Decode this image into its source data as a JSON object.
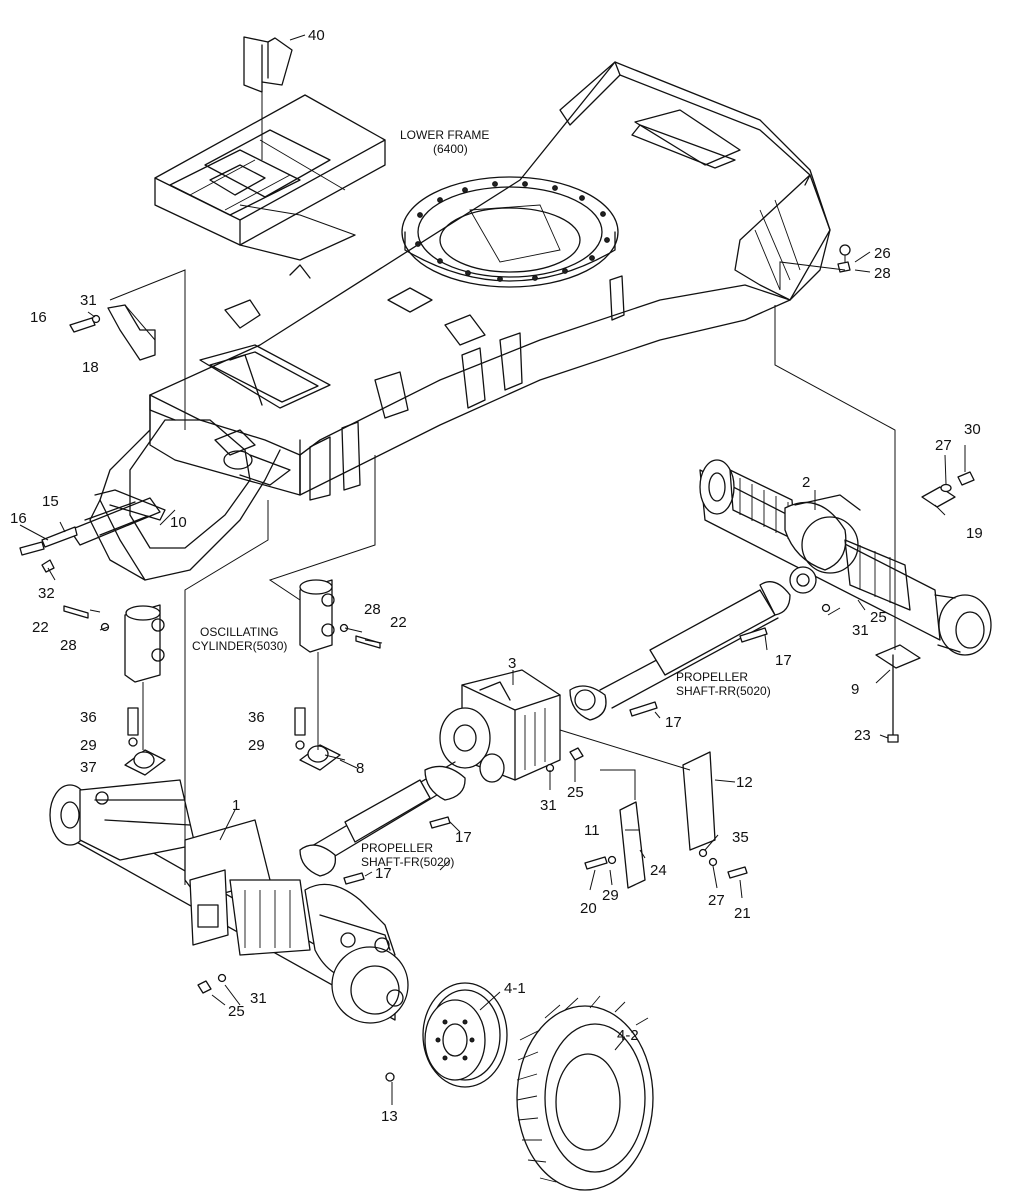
{
  "callouts": [
    {
      "id": "c40",
      "text": "40"
    },
    {
      "id": "c26",
      "text": "26"
    },
    {
      "id": "c28a",
      "text": "28"
    },
    {
      "id": "c31a",
      "text": "31"
    },
    {
      "id": "c16a",
      "text": "16"
    },
    {
      "id": "c18",
      "text": "18"
    },
    {
      "id": "c15",
      "text": "15"
    },
    {
      "id": "c16b",
      "text": "16"
    },
    {
      "id": "c10",
      "text": "10"
    },
    {
      "id": "c32",
      "text": "32"
    },
    {
      "id": "c22a",
      "text": "22"
    },
    {
      "id": "c28b",
      "text": "28"
    },
    {
      "id": "c28c",
      "text": "28"
    },
    {
      "id": "c22b",
      "text": "22"
    },
    {
      "id": "c27a",
      "text": "27"
    },
    {
      "id": "c30",
      "text": "30"
    },
    {
      "id": "c2",
      "text": "2"
    },
    {
      "id": "c19",
      "text": "19"
    },
    {
      "id": "c25a",
      "text": "25"
    },
    {
      "id": "c31b",
      "text": "31"
    },
    {
      "id": "c17a",
      "text": "17"
    },
    {
      "id": "c3",
      "text": "3"
    },
    {
      "id": "c17b",
      "text": "17"
    },
    {
      "id": "c9",
      "text": "9"
    },
    {
      "id": "c23",
      "text": "23"
    },
    {
      "id": "c36a",
      "text": "36"
    },
    {
      "id": "c29a",
      "text": "29"
    },
    {
      "id": "c37",
      "text": "37"
    },
    {
      "id": "c36b",
      "text": "36"
    },
    {
      "id": "c29b",
      "text": "29"
    },
    {
      "id": "c8",
      "text": "8"
    },
    {
      "id": "c12",
      "text": "12"
    },
    {
      "id": "c31c",
      "text": "31"
    },
    {
      "id": "c25b",
      "text": "25"
    },
    {
      "id": "c1",
      "text": "1"
    },
    {
      "id": "c11",
      "text": "11"
    },
    {
      "id": "c35",
      "text": "35"
    },
    {
      "id": "c17c",
      "text": "17"
    },
    {
      "id": "c24",
      "text": "24"
    },
    {
      "id": "c29c",
      "text": "29"
    },
    {
      "id": "c27b",
      "text": "27"
    },
    {
      "id": "c20",
      "text": "20"
    },
    {
      "id": "c21",
      "text": "21"
    },
    {
      "id": "c17d",
      "text": "17"
    },
    {
      "id": "c4-1",
      "text": "4-1"
    },
    {
      "id": "c25c",
      "text": "25"
    },
    {
      "id": "c31d",
      "text": "31"
    },
    {
      "id": "c13",
      "text": "13"
    },
    {
      "id": "c4-2",
      "text": "4-2"
    }
  ],
  "names": {
    "lower_frame": "LOWER FRAME",
    "lower_frame_code": "(6400)",
    "oscillating_cylinder": "OSCILLATING",
    "oscillating_cylinder_code": "CYLINDER(5030)",
    "propeller_rr": "PROPELLER",
    "propeller_rr_code": "SHAFT-RR(5020)",
    "propeller_fr": "PROPELLER",
    "propeller_fr_code": "SHAFT-FR(5020)"
  }
}
